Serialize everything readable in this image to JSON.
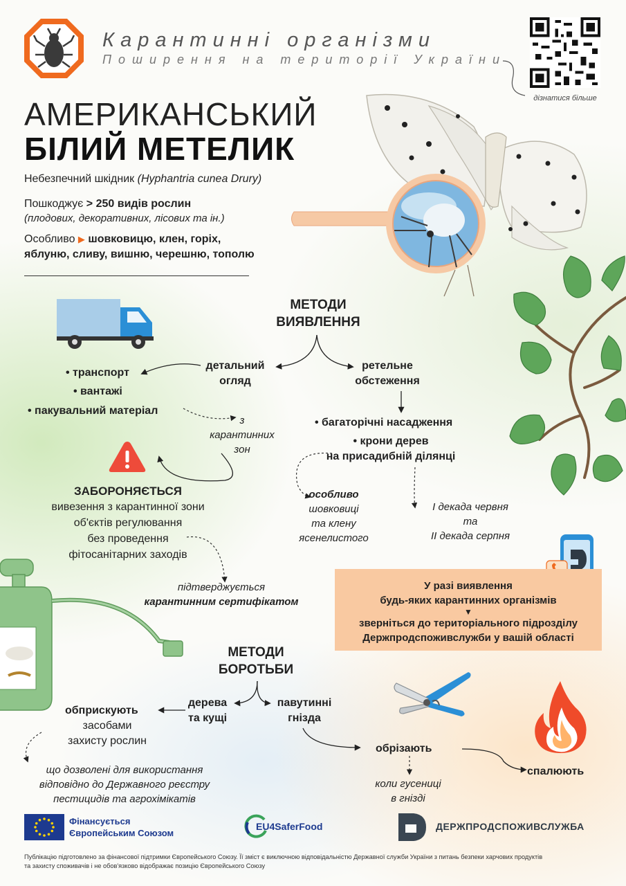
{
  "header": {
    "title": "Карантинні організми",
    "subtitle": "Поширення на території України",
    "qr_caption": "дізнатися більше"
  },
  "main_title": {
    "line1": "АМЕРИКАНСЬКИЙ",
    "line2": "БІЛИЙ МЕТЕЛИК"
  },
  "intro": {
    "pest_prefix": "Небезпечний шкідник ",
    "pest_latin": "(Hyphantria cunea Drury)",
    "damage_prefix": "Пошкоджує ",
    "damage_bold": "> 250 видів рослин",
    "damage_note": "(плодових, декоративних, лісових та ін.)",
    "especially_prefix": "Особливо ",
    "especially_line1": "шовковицю, клен, горіх,",
    "especially_line2": "яблуню, сливу, вишню, черешню, тополю"
  },
  "detection": {
    "title_line1": "МЕТОДИ",
    "title_line2": "ВИЯВЛЕННЯ",
    "inspection_line1": "детальний",
    "inspection_line2": "огляд",
    "inspection_items": [
      "транспорт",
      "вантажі",
      "пакувальний матеріал"
    ],
    "from_zones_line1": "з",
    "from_zones_line2": "карантинних",
    "from_zones_line3": "зон",
    "survey_line1": "ретельне",
    "survey_line2": "обстеження",
    "survey_item1": "багаторічні насадження",
    "survey_item2_line1": "крони дерев",
    "survey_item2_line2": "на присадибній ділянці",
    "esp_line1": "особливо",
    "esp_line2": "шовковиці",
    "esp_line3": "та клену",
    "esp_line4": "ясенелистого",
    "dates_line1": "І декада червня",
    "dates_line2": "та",
    "dates_line3": "ІІ декада серпня"
  },
  "prohibited": {
    "title": "ЗАБОРОНЯЄТЬСЯ",
    "line1": "вивезення з карантинної зони",
    "line2": "об'єктів регулювання",
    "line3": "без проведення",
    "line4": "фітосанітарних заходів",
    "confirm_line1": "підтверджується",
    "confirm_line2": "карантинним сертифікатом"
  },
  "contact_box": {
    "line1": "У разі виявлення",
    "line2": "будь-яких карантинних організмів",
    "line3": "зверніться до територіального підрозділу",
    "line4": "Держпродспоживслужби у вашій області"
  },
  "control": {
    "title_line1": "МЕТОДИ",
    "title_line2": "БОРОТЬБИ",
    "trees_line1": "дерева",
    "trees_line2": "та кущі",
    "nests_line1": "павутинні",
    "nests_line2": "гнізда",
    "spray": "обприскують",
    "spray_means_line1": "засобами",
    "spray_means_line2": "захисту рослин",
    "allowed_line1": "що дозволені для використання",
    "allowed_line2": "відповідно до Державного реєстру",
    "allowed_line3": "пестицидів та агрохімікатів",
    "cut": "обрізають",
    "when_line1": "коли гусениці",
    "when_line2": "в гнізді",
    "burn": "спалюють"
  },
  "footer": {
    "eu_line1": "Фінансується",
    "eu_line2": "Європейським Союзом",
    "eu4": "EU4SaferFood",
    "dps": "ДЕРЖПРОДСПОЖИВСЛУЖБА",
    "disclaimer_line1": "Публікацію підготовлено за фінансової підтримки Європейського Союзу. Її зміст є виключною відповідальністю Державної служби України з питань безпеки харчових продуктів",
    "disclaimer_line2": "та захисту споживачів і не обов'язково відображає позицію Європейського Союзу"
  },
  "colors": {
    "accent_orange": "#ef6a1f",
    "box_orange": "#f9c9a1",
    "truck_blue": "#2b8fd6",
    "leaf_green": "#5ea65a",
    "eu_blue": "#1d3a8f",
    "eu_yellow": "#ffd400"
  }
}
